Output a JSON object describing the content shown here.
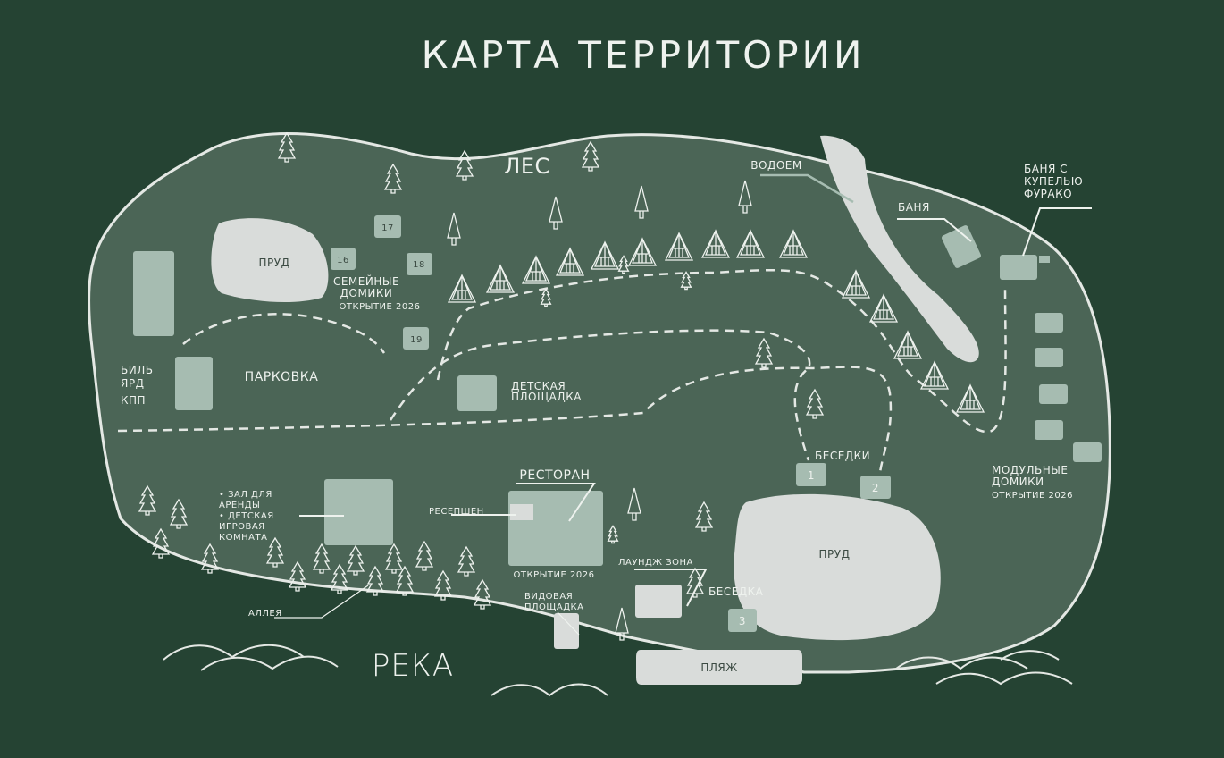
{
  "title": "КАРТА ТЕРРИТОРИИ",
  "colors": {
    "background": "#254333",
    "land": "#4b6556",
    "building": "#a6bcb1",
    "water": "#d9dcda",
    "line": "#eef2ee"
  },
  "labels": {
    "forest": "ЛЕС",
    "river": "РЕКА",
    "reservoir": "ВОДОЕМ",
    "pond_top": "ПРУД",
    "pond_bottom": "ПРУД",
    "family_houses": [
      "СЕМЕЙНЫЕ",
      "ДОМИКИ"
    ],
    "family_opening": "ОТКРЫТИЕ  2026",
    "billiard": [
      "БИЛЬ",
      "ЯРД"
    ],
    "checkpoint": "КПП",
    "parking": "ПАРКОВКА",
    "playground": [
      "ДЕТСКАЯ",
      "ПЛОЩАДКА"
    ],
    "banya": "БАНЯ",
    "banya_furako": [
      "БАНЯ  С",
      "КУПЕЛЬЮ",
      "ФУРАКО"
    ],
    "gazebos": "БЕСЕДКИ",
    "gazebo": "БЕСЕДКА",
    "modular_houses": [
      "МОДУЛЬНЫЕ",
      "ДОМИКИ"
    ],
    "modular_opening": "ОТКРЫТИЕ     2026",
    "restaurant": "РЕСТОРАН",
    "restaurant_opening": "ОТКРЫТИЕ  2026",
    "reception": "РЕСЕПШЕН",
    "hall": [
      "• ЗАЛ  ДЛЯ",
      "  АРЕНДЫ",
      "• ДЕТСКАЯ",
      "  ИГРОВАЯ",
      "  КОМНАТА"
    ],
    "lounge": "ЛАУНДЖ  ЗОНА",
    "viewpoint": [
      "ВИДОВАЯ",
      "ПЛОЩАДКА"
    ],
    "alley": "АЛЛЕЯ",
    "beach": "ПЛЯЖ"
  },
  "house_numbers": [
    "17",
    "16",
    "18",
    "19"
  ],
  "gazebo_numbers": [
    "1",
    "2",
    "3"
  ]
}
